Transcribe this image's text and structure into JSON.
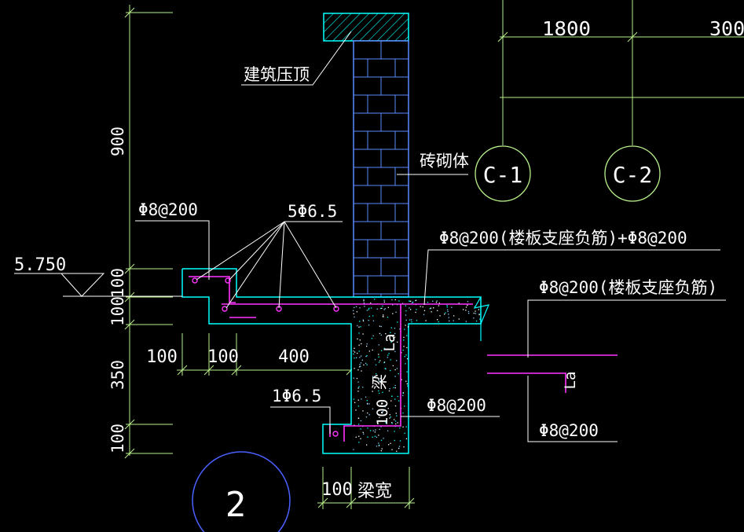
{
  "colors": {
    "background": "#000000",
    "dimension": "#b8f08a",
    "outline": "#00ffff",
    "brick": "#5b8cff",
    "rebar": "#ff33ff",
    "leader": "#ffffff",
    "text": "#ffffff",
    "circle": "#4a60ff",
    "axis": "#b8f08a"
  },
  "labels": {
    "coping": "建筑压顶",
    "masonry": "砖砌体",
    "top_bar": "Φ8@200",
    "longitudinal_bars": "5Φ6.5",
    "slab_bar_combo": "Φ8@200(楼板支座负筋)+Φ8@200",
    "slab_bar": "Φ8@200(楼板支座负筋)",
    "elevation": "5.750",
    "beam": "梁",
    "bottom_bar": "1Φ6.5",
    "stirrup": "Φ8@200",
    "right_bottom_bar": "Φ8@200",
    "anchor_la_1": "La",
    "anchor_la_2": "La",
    "beam_width": "梁宽",
    "detail_no": "2"
  },
  "dimensions": {
    "vertical": [
      "900",
      "100",
      "100",
      "350",
      "100"
    ],
    "horizontal": [
      "100",
      "100",
      "400"
    ],
    "beam_inner": "100",
    "bottom": "100",
    "top_grid": [
      "1800",
      "300"
    ]
  },
  "grid_axes": [
    "C-1",
    "C-2"
  ]
}
